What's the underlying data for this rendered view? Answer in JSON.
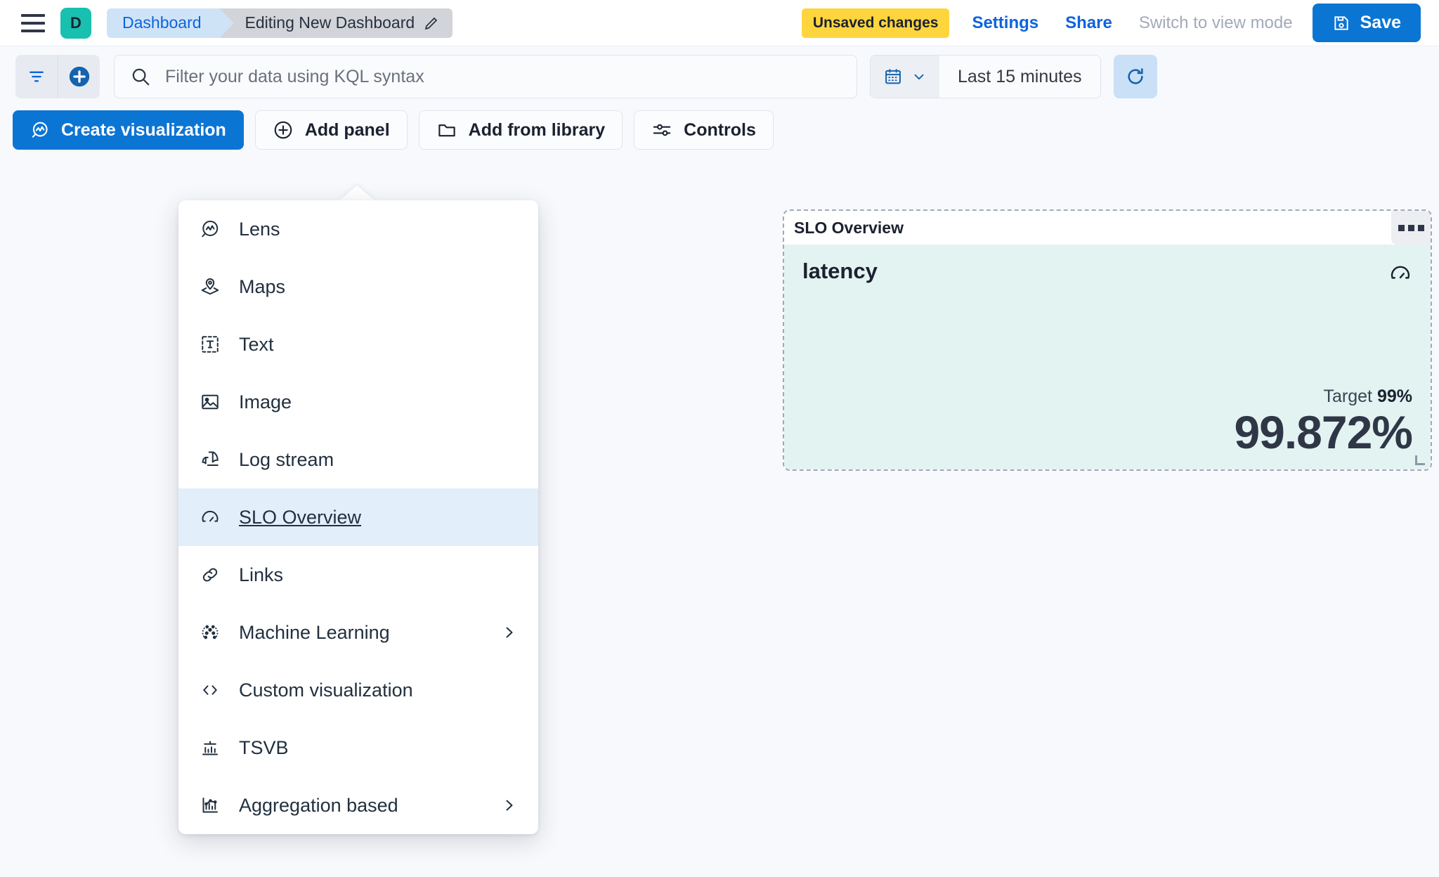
{
  "header": {
    "menu_icon": "hamburger-icon",
    "space_initial": "D",
    "breadcrumb_root": "Dashboard",
    "breadcrumb_current": "Editing New Dashboard",
    "edit_icon": "pencil-icon",
    "unsaved_badge": "Unsaved changes",
    "settings_link": "Settings",
    "share_link": "Share",
    "view_mode_link": "Switch to view mode",
    "save_label": "Save",
    "save_icon": "floppy-disk-icon"
  },
  "query_bar": {
    "filter_icon": "filter-icon",
    "add_filter_icon": "add-circle-icon",
    "search_icon": "search-icon",
    "placeholder": "Filter your data using KQL syntax",
    "value": "",
    "calendar_icon": "calendar-icon",
    "calendar_chevron": "chevron-down-icon",
    "date_range": "Last 15 minutes",
    "refresh_icon": "refresh-icon"
  },
  "toolbar": {
    "create_visualization": "Create visualization",
    "create_visualization_icon": "lens-icon",
    "add_panel": "Add panel",
    "add_panel_icon": "plus-circle-icon",
    "add_from_library": "Add from library",
    "add_from_library_icon": "folder-icon",
    "controls": "Controls",
    "controls_icon": "sliders-icon"
  },
  "add_panel_menu": {
    "selected": "SLO Overview",
    "items": [
      {
        "label": "Lens",
        "icon": "lens-icon",
        "has_submenu": false
      },
      {
        "label": "Maps",
        "icon": "map-marker-icon",
        "has_submenu": false
      },
      {
        "label": "Text",
        "icon": "text-box-icon",
        "has_submenu": false
      },
      {
        "label": "Image",
        "icon": "image-icon",
        "has_submenu": false
      },
      {
        "label": "Log stream",
        "icon": "log-stream-icon",
        "has_submenu": false
      },
      {
        "label": "SLO Overview",
        "icon": "gauge-icon",
        "has_submenu": false
      },
      {
        "label": "Links",
        "icon": "link-icon",
        "has_submenu": false
      },
      {
        "label": "Machine Learning",
        "icon": "ml-icon",
        "has_submenu": true
      },
      {
        "label": "Custom visualization",
        "icon": "code-icon",
        "has_submenu": false
      },
      {
        "label": "TSVB",
        "icon": "tsvb-icon",
        "has_submenu": false
      },
      {
        "label": "Aggregation based",
        "icon": "agg-chart-icon",
        "has_submenu": true
      }
    ]
  },
  "slo_panel": {
    "title": "SLO Overview",
    "context_menu_icon": "grid-dots-icon",
    "slo_name": "latency",
    "badge_icon": "gauge-icon",
    "target_label": "Target",
    "target_value": "99%",
    "current_value": "99.872%",
    "resize_handle": "resize-handle-icon"
  },
  "colors": {
    "accent_blue": "#0b75d4",
    "link_blue": "#0b64dd",
    "warning_yellow": "#ffd53e",
    "space_teal": "#18c0b0",
    "slo_healthy_bg": "#e3f3f1",
    "menu_selected_bg": "#e3eefb",
    "page_bg": "#f7f9fc"
  }
}
